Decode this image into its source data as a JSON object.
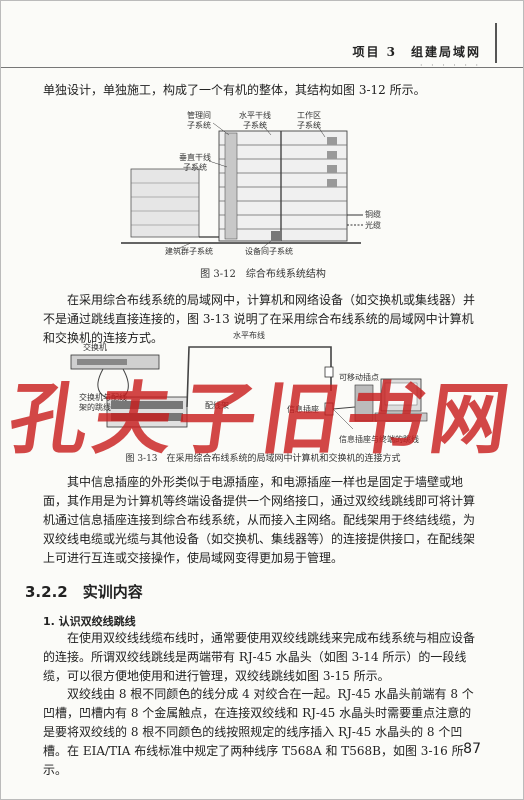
{
  "header": {
    "chapter": "项目 3　组建局域网"
  },
  "para1": "单独设计，单独施工，构成了一个有机的整体，其结构如图 3-12 所示。",
  "fig12": {
    "labels": {
      "mgmt": "管理间",
      "mgmt2": "子系统",
      "horiz": "水平干线",
      "horiz2": "子系统",
      "work": "工作区",
      "work2": "子系统",
      "vert": "垂直干线",
      "vert2": "子系统",
      "copper": "铜缆",
      "fiber": "光缆",
      "campus": "建筑群子系统",
      "equip": "设备间子系统"
    },
    "caption": "图 3-12　综合布线系统结构"
  },
  "para2": "在采用综合布线系统的局域网中，计算机和网络设备（如交换机或集线器）并不是通过跳线直接连接的，图 3-13 说明了在采用综合布线系统的局域网中计算机和交换机的连接方式。",
  "fig13": {
    "labels": {
      "switch": "交换机",
      "horizCable": "水平布线",
      "movable": "可移动插点",
      "patch": "交换机与配线架的跳线",
      "panel": "配线架",
      "outlet": "信息插座",
      "outletPatch": "信息插座与终端的跳线"
    },
    "caption": "图 3-13　在采用综合布线系统的局域网中计算机和交换机的连接方式"
  },
  "para3": "其中信息插座的外形类似于电源插座，和电源插座一样也是固定于墙壁或地面，其作用是为计算机等终端设备提供一个网络接口，通过双绞线跳线即可将计算机通过信息插座连接到综合布线系统，从而接入主网络。配线架用于终结线缆，为双绞线电缆或光缆与其他设备（如交换机、集线器等）的连接提供接口，在配线架上可进行互连或交接操作，使局域网变得更加易于管理。",
  "section": "3.2.2　实训内容",
  "subsection": "1. 认识双绞线跳线",
  "para4": "在使用双绞线线缆布线时，通常要使用双绞线跳线来完成布线系统与相应设备的连接。所谓双绞线跳线是两端带有 RJ-45 水晶头（如图 3-14 所示）的一段线缆，可以很方便地使用和进行管理，双绞线跳线如图 3-15 所示。",
  "para5": "双绞线由 8 根不同颜色的线分成 4 对绞合在一起。RJ-45 水晶头前端有 8 个凹槽，凹槽内有 8 个金属触点，在连接双绞线和 RJ-45 水晶头时需要重点注意的是要将双绞线的 8 根不同颜色的线按照规定的线序插入 RJ-45 水晶头的 8 个凹槽。在 EIA/TIA 布线标准中规定了两种线序 T568A 和 T568B，如图 3-16 所示。",
  "watermark": "孔夫子旧书网",
  "page_number": "87"
}
